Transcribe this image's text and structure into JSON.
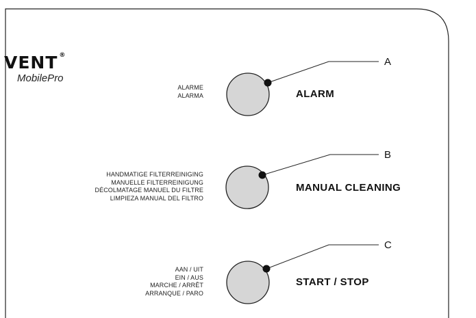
{
  "logo": {
    "brand": "VENT",
    "registered": "®",
    "model": "MobilePro"
  },
  "controls": [
    {
      "id": "alarm",
      "label": "ALARM",
      "callout": "A",
      "languages": [
        "ALARME",
        "ALARMA"
      ]
    },
    {
      "id": "manual-cleaning",
      "label": "MANUAL CLEANING",
      "callout": "B",
      "languages": [
        "HANDMATIGE FILTERREINIGING",
        "MANUELLE FILTERREINIGUNG",
        "DÉCOLMATAGE MANUEL DU FILTRE",
        "LIMPIEZA MANUAL DEL FILTRO"
      ]
    },
    {
      "id": "start-stop",
      "label": "START / STOP",
      "callout": "C",
      "languages": [
        "AAN / UIT",
        "EIN / AUS",
        "MARCHE / ARRÊT",
        "ARRANQUE / PARO"
      ]
    }
  ],
  "colors": {
    "button_fill": "#d6d6d6",
    "outline": "#222222",
    "leader_dot": "#111111"
  }
}
